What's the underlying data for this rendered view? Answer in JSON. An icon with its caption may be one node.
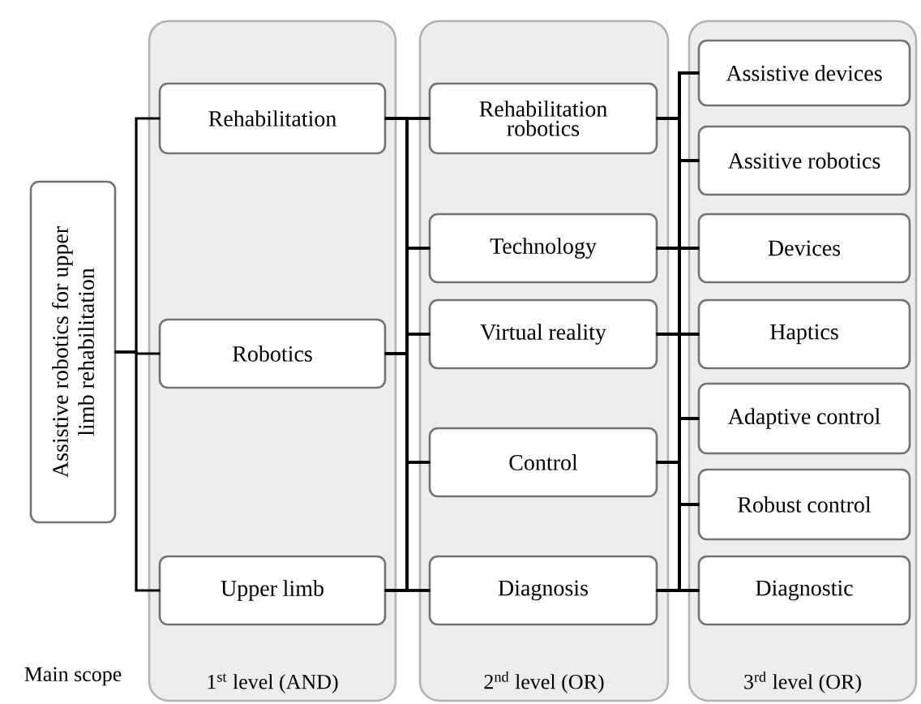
{
  "diagram": {
    "nodes": [
      {
        "text": [
          "Assistive robotics for upper limb rehabilitation"
        ]
      },
      {
        "text": [
          "1$^{st}$ level (AND)"
        ]
      },
      {
        "text": [
          "Rehabilitation"
        ],
        "in": 1
      },
      {
        "text": [
          "Robotics"
        ],
        "in": 1
      },
      {
        "text": [
          "Upper limb"
        ],
        "in": 1
      },
      {
        "text": [
          "2$^{nd}$ level (OR)"
        ]
      },
      {
        "text": [
          "Rehabilitation robotics"
        ],
        "in": 5
      },
      {
        "text": [
          "Technology"
        ],
        "in": 5
      },
      {
        "text": [
          "Virtual reality"
        ],
        "in": 5
      },
      {
        "text": [
          "Control"
        ],
        "in": 5
      },
      {
        "text": [
          "Diagnosis"
        ],
        "in": 5
      },
      {
        "text": [
          "3$^{rd}$ level (OR)"
        ]
      },
      {
        "text": [
          "Assistive devices"
        ],
        "in": 11
      },
      {
        "text": [
          "Assitive robotics"
        ],
        "in": 11
      },
      {
        "text": [
          "Devices"
        ],
        "in": 11
      },
      {
        "text": [
          "Haptics"
        ],
        "in": 11
      },
      {
        "text": [
          "Adaptive control"
        ],
        "in": 11
      },
      {
        "text": [
          "Robust control"
        ],
        "in": 11
      },
      {
        "text": [
          "Diagnostic"
        ],
        "in": 11
      }
    ],
    "edges": [
      {
        "from": 0,
        "to": 2,
        "arrow": "none"
      },
      {
        "from": 0,
        "to": 3,
        "arrow": "none"
      },
      {
        "from": 0,
        "to": 4,
        "arrow": "none"
      },
      {
        "from": 2,
        "to": 6,
        "arrow": "none"
      },
      {
        "from": 2,
        "to": 7,
        "arrow": "none"
      },
      {
        "from": 2,
        "to": 8,
        "arrow": "none"
      },
      {
        "from": 2,
        "to": 9,
        "arrow": "none"
      },
      {
        "from": 2,
        "to": 10,
        "arrow": "none"
      },
      {
        "from": 3,
        "to": 6,
        "arrow": "none"
      },
      {
        "from": 3,
        "to": 7,
        "arrow": "none"
      },
      {
        "from": 3,
        "to": 8,
        "arrow": "none"
      },
      {
        "from": 3,
        "to": 9,
        "arrow": "none"
      },
      {
        "from": 3,
        "to": 10,
        "arrow": "none"
      },
      {
        "from": 4,
        "to": 6,
        "arrow": "none"
      },
      {
        "from": 4,
        "to": 7,
        "arrow": "none"
      },
      {
        "from": 4,
        "to": 8,
        "arrow": "none"
      },
      {
        "from": 4,
        "to": 9,
        "arrow": "none"
      },
      {
        "from": 4,
        "to": 10,
        "arrow": "none"
      },
      {
        "from": 6,
        "to": 12,
        "arrow": "none"
      },
      {
        "from": 6,
        "to": 13,
        "arrow": "none"
      },
      {
        "from": 6,
        "to": 14,
        "arrow": "none"
      },
      {
        "from": 6,
        "to": 15,
        "arrow": "none"
      },
      {
        "from": 6,
        "to": 16,
        "arrow": "none"
      },
      {
        "from": 6,
        "to": 17,
        "arrow": "none"
      },
      {
        "from": 6,
        "to": 18,
        "arrow": "none"
      },
      {
        "from": 7,
        "to": 12,
        "arrow": "none"
      },
      {
        "from": 7,
        "to": 13,
        "arrow": "none"
      },
      {
        "from": 7,
        "to": 14,
        "arrow": "none"
      },
      {
        "from": 7,
        "to": 15,
        "arrow": "none"
      },
      {
        "from": 7,
        "to": 16,
        "arrow": "none"
      },
      {
        "from": 7,
        "to": 17,
        "arrow": "none"
      },
      {
        "from": 7,
        "to": 18,
        "arrow": "none"
      },
      {
        "from": 8,
        "to": 12,
        "arrow": "none"
      },
      {
        "from": 8,
        "to": 13,
        "arrow": "none"
      },
      {
        "from": 8,
        "to": 14,
        "arrow": "none"
      },
      {
        "from": 8,
        "to": 15,
        "arrow": "none"
      },
      {
        "from": 8,
        "to": 16,
        "arrow": "none"
      },
      {
        "from": 8,
        "to": 17,
        "arrow": "none"
      },
      {
        "from": 8,
        "to": 18,
        "arrow": "none"
      },
      {
        "from": 9,
        "to": 12,
        "arrow": "none"
      },
      {
        "from": 9,
        "to": 13,
        "arrow": "none"
      },
      {
        "from": 9,
        "to": 14,
        "arrow": "none"
      },
      {
        "from": 9,
        "to": 15,
        "arrow": "none"
      },
      {
        "from": 9,
        "to": 16,
        "arrow": "none"
      },
      {
        "from": 9,
        "to": 17,
        "arrow": "none"
      },
      {
        "from": 9,
        "to": 18,
        "arrow": "none"
      },
      {
        "from": 10,
        "to": 12,
        "arrow": "none"
      },
      {
        "from": 10,
        "to": 13,
        "arrow": "none"
      },
      {
        "from": 10,
        "to": 14,
        "arrow": "none"
      },
      {
        "from": 10,
        "to": 15,
        "arrow": "none"
      },
      {
        "from": 10,
        "to": 16,
        "arrow": "none"
      },
      {
        "from": 10,
        "to": 17,
        "arrow": "none"
      },
      {
        "from": 10,
        "to": 18,
        "arrow": "none"
      }
    ],
    "labels": [
      "Main scope"
    ]
  }
}
